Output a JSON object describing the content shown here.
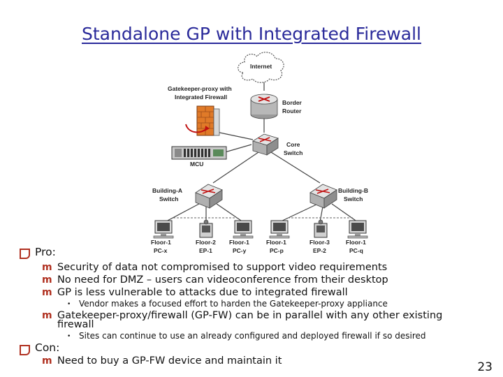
{
  "slide": {
    "title": "Standalone GP with Integrated Firewall",
    "page_number": "23"
  },
  "diagram": {
    "internet": "Internet",
    "gk_line1": "Gatekeeper-proxy with",
    "gk_line2": "Integrated Firewall",
    "border_line1": "Border",
    "border_line2": "Router",
    "core_line1": "Core",
    "core_line2": "Switch",
    "mcu": "MCU",
    "bldg_a_line1": "Building-A",
    "bldg_a_line2": "Switch",
    "bldg_b_line1": "Building-B",
    "bldg_b_line2": "Switch",
    "endpoints": [
      {
        "floor": "Floor-1",
        "device": "PC-x"
      },
      {
        "floor": "Floor-2",
        "device": "EP-1"
      },
      {
        "floor": "Floor-1",
        "device": "PC-y"
      },
      {
        "floor": "Floor-1",
        "device": "PC-p"
      },
      {
        "floor": "Floor-3",
        "device": "EP-2"
      },
      {
        "floor": "Floor-1",
        "device": "PC-q"
      }
    ]
  },
  "pro": {
    "heading": "Pro:",
    "item1": "Security of data not compromised to support video requirements",
    "item2": "No need for DMZ – users can videoconference from their desktop",
    "item3": "GP is less vulnerable to attacks due to integrated firewall",
    "item3_sub": "Vendor makes a focused effort to harden the Gatekeeper-proxy appliance",
    "item4_line1": "Gatekeeper-proxy/firewall (GP-FW) can be in parallel with any other existing",
    "item4_line2": "firewall",
    "item4_sub": "Sites can continue to use an already configured and deployed firewall if so desired"
  },
  "con": {
    "heading": "Con:",
    "item1": "Need to buy a GP-FW device and maintain it"
  }
}
